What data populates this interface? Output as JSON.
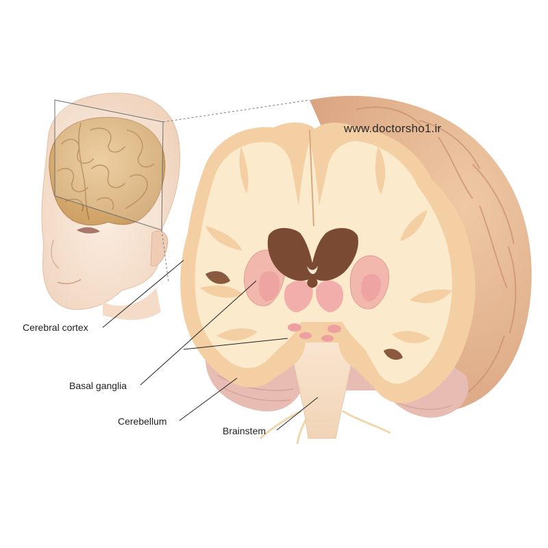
{
  "watermark": "www.doctorsho1.ir",
  "labels": {
    "cerebral_cortex": "Cerebral cortex",
    "basal_ganglia": "Basal ganglia",
    "cerebellum": "Cerebellum",
    "brainstem": "Brainstem"
  },
  "colors": {
    "white_matter": "#fbeacb",
    "cortex": "#f3cfa3",
    "outer_surface": "#e7b98f",
    "ventricles": "#7b4a33",
    "basal_ganglia": "#eea4a0",
    "cerebellum": "#e6bcb3",
    "skin": "#f7e1cf",
    "brain_small": "#d9ad72",
    "leader_line": "#1f1f1f"
  }
}
